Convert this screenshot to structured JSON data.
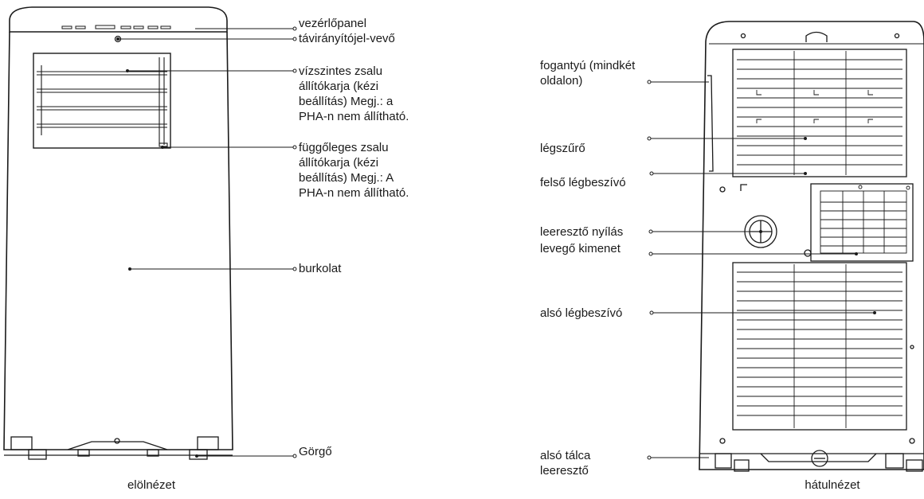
{
  "front": {
    "caption": "elölnézet",
    "labels": {
      "control_panel": "vezérlőpanel",
      "remote_receiver": "távirányítójel-vevő",
      "horizontal_louver_l1": "vízszintes zsalu",
      "horizontal_louver_l2": "állítókarja (kézi",
      "horizontal_louver_l3": "beállítás) Megj.: a",
      "horizontal_louver_l4": "PHA-n nem állítható.",
      "vertical_louver_l1": "függőleges zsalu",
      "vertical_louver_l2": "állítókarja (kézi",
      "vertical_louver_l3": "beállítás) Megj.: A",
      "vertical_louver_l4": "PHA-n nem állítható.",
      "housing": "burkolat",
      "caster": "Görgő"
    }
  },
  "back": {
    "caption": "hátulnézet",
    "labels": {
      "handle_l1": "fogantyú (mindkét",
      "handle_l2": "oldalon)",
      "air_filter": "légszűrő",
      "upper_intake": "felső légbeszívó",
      "drain_outlet": "leeresztő nyílás",
      "air_outlet": "levegő kimenet",
      "lower_intake": "alsó légbeszívó",
      "tray_drain_l1": "alsó tálca",
      "tray_drain_l2": "leeresztő"
    }
  },
  "colors": {
    "line": "#1a1a1a",
    "background": "#ffffff"
  }
}
